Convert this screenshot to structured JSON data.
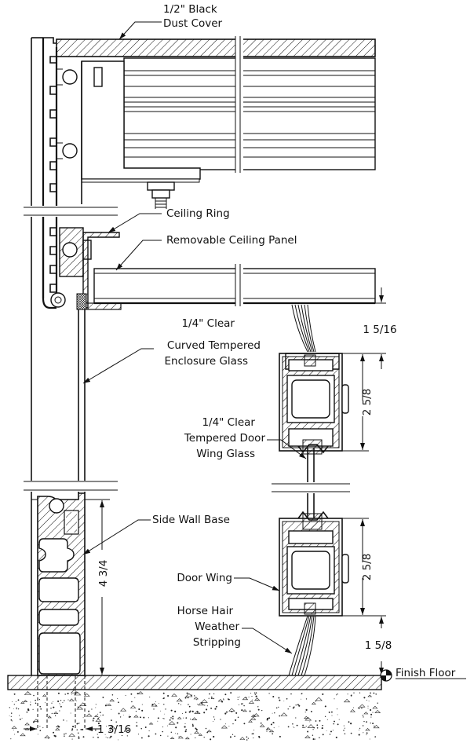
{
  "labels": {
    "dust_cover_1": "1/2\" Black",
    "dust_cover_2": "Dust Cover",
    "ceiling_ring": "Ceiling Ring",
    "ceiling_panel": "Removable Ceiling Panel",
    "enc_glass_1": "1/4\" Clear",
    "enc_glass_2": "Curved Tempered",
    "enc_glass_3": "Enclosure Glass",
    "door_glass_1": "1/4\" Clear",
    "door_glass_2": "Tempered Door",
    "door_glass_3": "Wing Glass",
    "side_wall_base": "Side Wall Base",
    "door_wing": "Door Wing",
    "hair_1": "Horse Hair",
    "hair_2": "Weather",
    "hair_3": "Stripping",
    "finish_floor": "Finish Floor"
  },
  "dimensions": {
    "top_gap": "1 5/16",
    "upper_profile": "2 5/8",
    "lower_profile": "2 5/8",
    "bottom_gap": "1 5/8",
    "base_height": "4 3/4",
    "base_width": "1 3/16"
  }
}
